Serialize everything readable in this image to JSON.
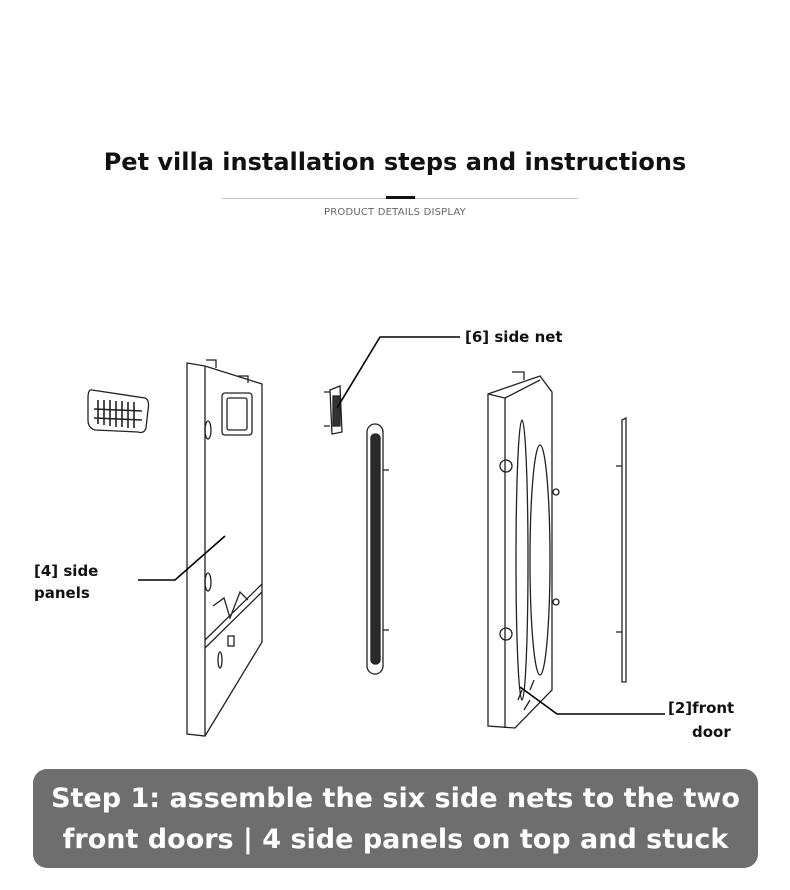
{
  "header": {
    "title": "Pet villa installation steps and instructions",
    "subtitle": "PRODUCT DETAILS DISPLAY"
  },
  "diagram": {
    "labels": {
      "side_net": "[6] side net",
      "side_panels_line1": "[4] side",
      "side_panels_line2": "panels",
      "front_door_line1": "[2]front",
      "front_door_line2": "door"
    }
  },
  "banner": {
    "line1": "Step 1: assemble the six side nets to the two",
    "line2": "front doors | 4 side panels on top and stuck",
    "color": "#6e6e6e"
  }
}
